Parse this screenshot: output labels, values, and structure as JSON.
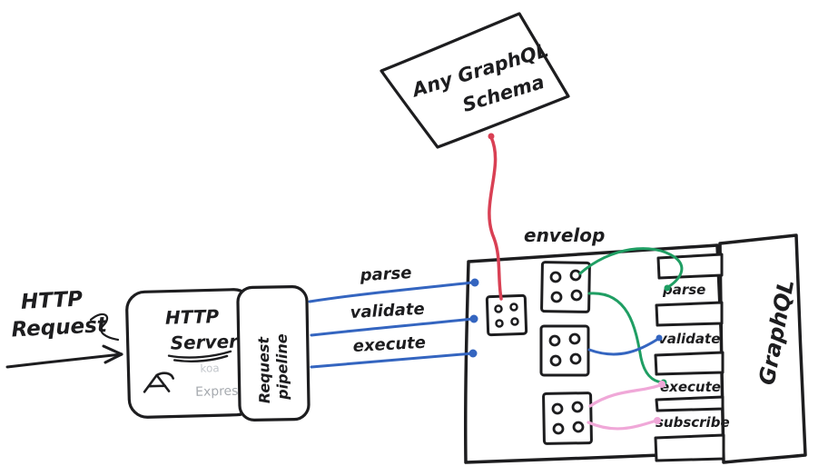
{
  "diagram": {
    "schema_note": {
      "line1": "Any GraphQL",
      "line2": "Schema"
    },
    "http_request": {
      "line1": "HTTP",
      "line2": "Request"
    },
    "http_server": {
      "line1": "HTTP",
      "line2": "Server",
      "koa": "koa",
      "express": "Express"
    },
    "request_pipeline": {
      "line1": "Request",
      "line2": "pipeline"
    },
    "calls": {
      "parse": "parse",
      "validate": "validate",
      "execute": "execute"
    },
    "envelop_label": "envelop",
    "graphql": {
      "label": "GraphQL",
      "slots": [
        "parse",
        "validate",
        "execute",
        "subscribe"
      ]
    },
    "colors": {
      "ink": "#1d1d1f",
      "blue": "#3465c0",
      "red": "#d94054",
      "green": "#1f9e63",
      "pink": "#f0a8d8",
      "gray_koa": "#c4c8cd",
      "gray_express": "#a7abb0"
    }
  }
}
